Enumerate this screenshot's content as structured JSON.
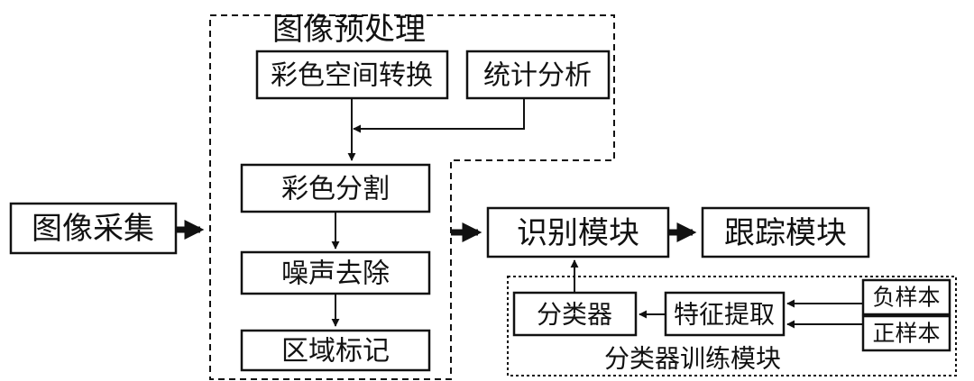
{
  "preprocess": {
    "title": "图像预处理",
    "color_space": "彩色空间转换",
    "stats": "统计分析",
    "segmentation": "彩色分割",
    "denoise": "噪声去除",
    "labeling": "区域标记"
  },
  "acquisition": "图像采集",
  "recognition": "识别模块",
  "tracking": "跟踪模块",
  "training": {
    "title": "分类器训练模块",
    "classifier": "分类器",
    "feature": "特征提取",
    "negative": "负样本",
    "positive": "正样本"
  }
}
